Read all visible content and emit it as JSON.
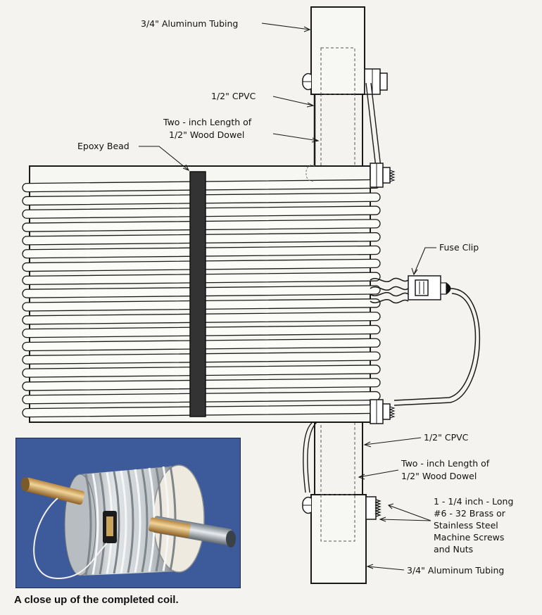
{
  "labels": {
    "top_tubing": "3/4\" Aluminum Tubing",
    "top_cpvc": "1/2\" CPVC",
    "top_dowel_1": "Two - inch Length of",
    "top_dowel_2": "1/2\" Wood Dowel",
    "epoxy": "Epoxy Bead",
    "fuse_clip": "Fuse Clip",
    "bottom_cpvc": "1/2\" CPVC",
    "bottom_dowel_1": "Two - inch Length of",
    "bottom_dowel_2": "1/2\" Wood Dowel",
    "screws_1": "1 - 1/4 inch - Long",
    "screws_2": "#6 - 32 Brass or",
    "screws_3": "Stainless Steel",
    "screws_4": "Machine Screws",
    "screws_5": "and Nuts",
    "bottom_tubing": "3/4\" Aluminum Tubing"
  },
  "caption": "A close up of the completed coil.",
  "colors": {
    "background": "#f4f3ef",
    "line": "#1a1a1a",
    "epoxy_bead": "#333333",
    "photo_background": "#3d5a9a"
  }
}
